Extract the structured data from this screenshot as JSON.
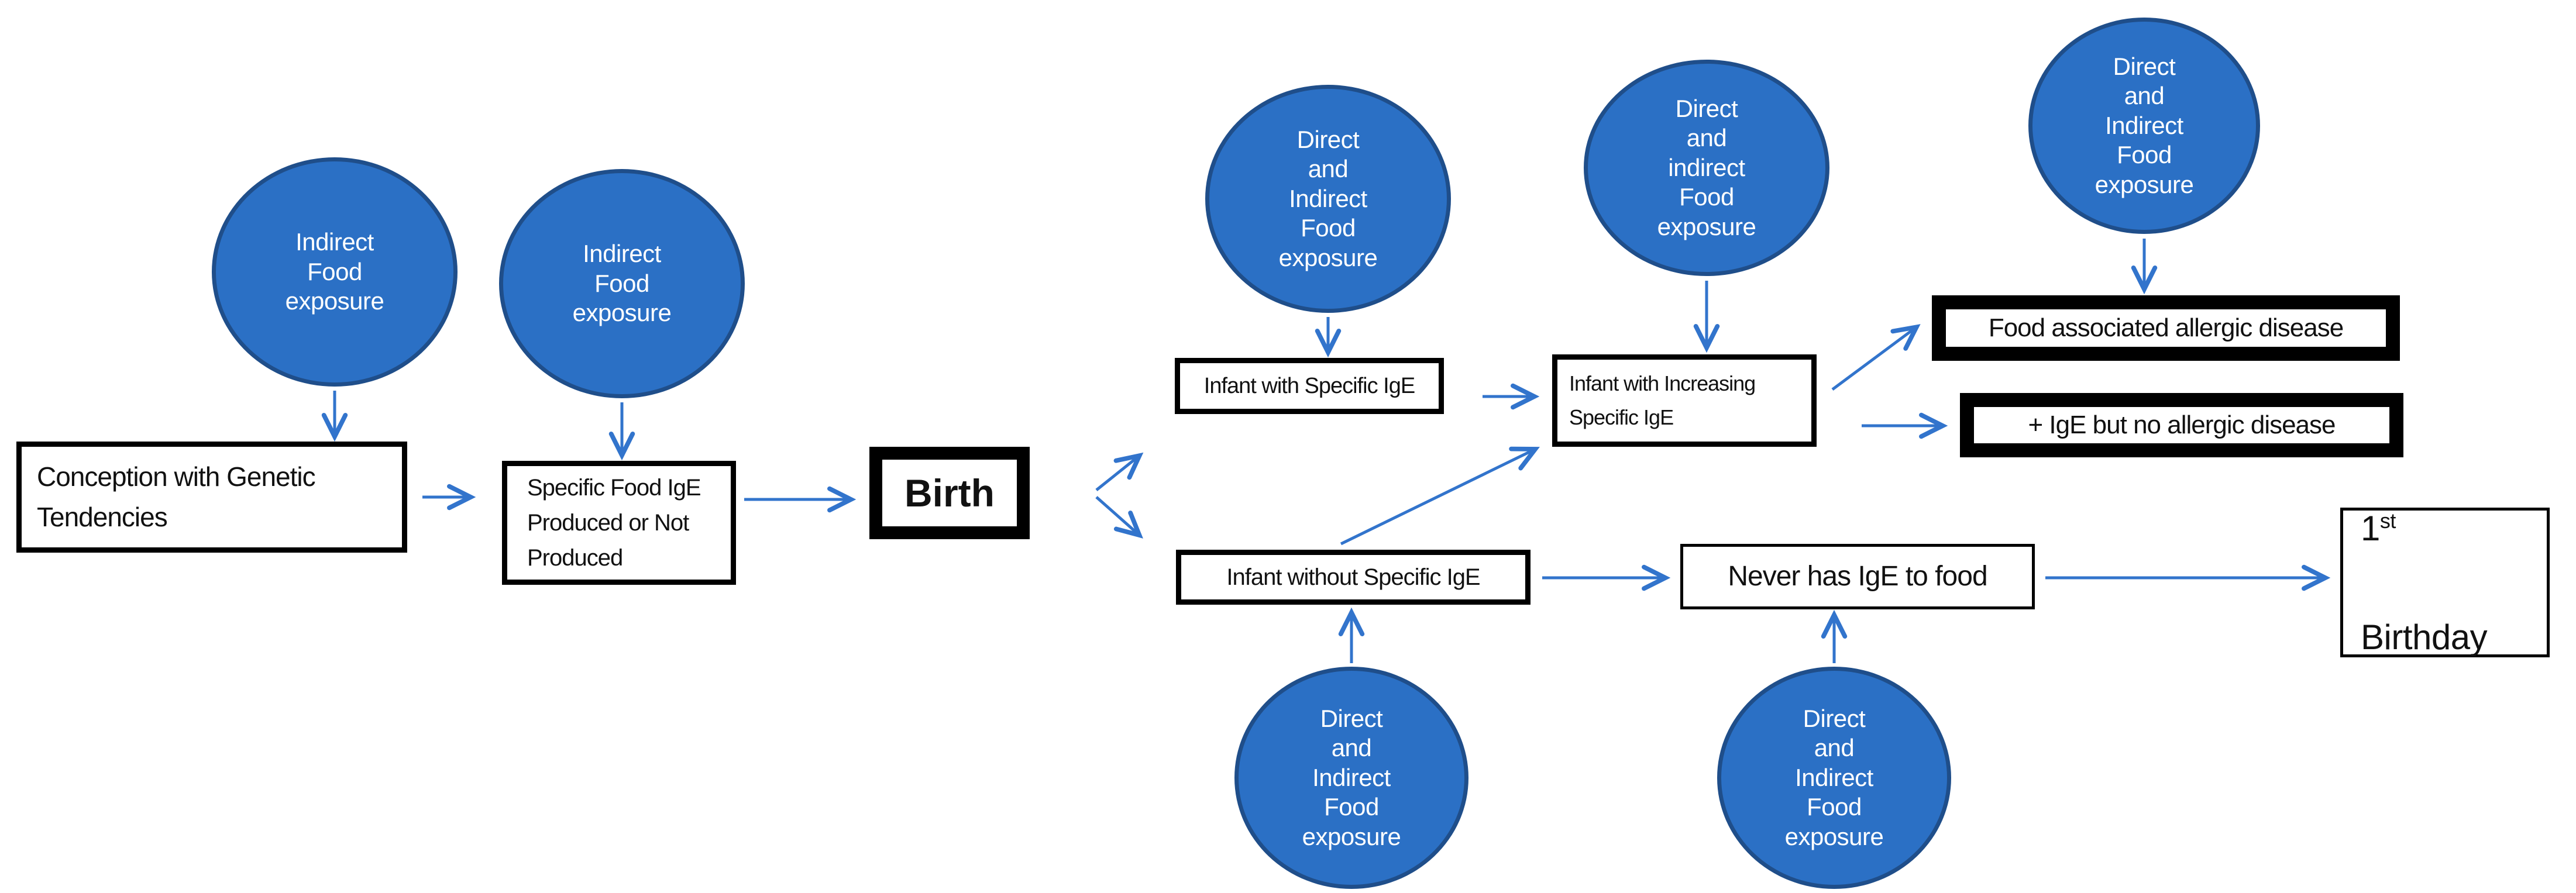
{
  "figure": {
    "description": "Flowchart of food-specific IgE development from conception with genetic tendencies through birth to the first birthday"
  },
  "colors": {
    "background": "#FFFFFF",
    "ellipse_fill": "#2B70C5",
    "ellipse_border": "#1F4E8A",
    "ellipse_text": "#FFFFFF",
    "arrow": "#3274CC",
    "box_border": "#000000",
    "box_text": "#111111"
  },
  "nodes": {
    "e1": {
      "label": "Indirect\nFood\nexposure"
    },
    "e2": {
      "label": "Indirect\nFood\nexposure"
    },
    "e3": {
      "label": "Direct\nand\nIndirect\nFood\nexposure"
    },
    "e4": {
      "label": "Direct\nand\nindirect\nFood\nexposure"
    },
    "e5": {
      "label": "Direct\nand\nIndirect\nFood\nexposure"
    },
    "e6": {
      "label": "Direct\nand\nIndirect\nFood\nexposure"
    },
    "e7": {
      "label": "Direct\nand\nIndirect\nFood\nexposure"
    },
    "conception": {
      "label": "Conception with Genetic\nTendencies"
    },
    "specific_ige": {
      "label": "Specific Food IgE\nProduced or Not\nProduced"
    },
    "birth": {
      "label": "Birth"
    },
    "infant_with": {
      "label": "Infant with Specific IgE"
    },
    "increasing": {
      "label": "Infant with  Increasing\nSpecific IgE"
    },
    "food_assoc": {
      "label": "Food associated allergic disease"
    },
    "plus_ige": {
      "label": "+ IgE but no allergic disease"
    },
    "infant_without": {
      "label": "Infant without Specific IgE"
    },
    "never_has": {
      "label": "Never has IgE to food"
    },
    "birthday": {
      "number": "1",
      "ordinal": "st",
      "word": "Birthday"
    }
  }
}
